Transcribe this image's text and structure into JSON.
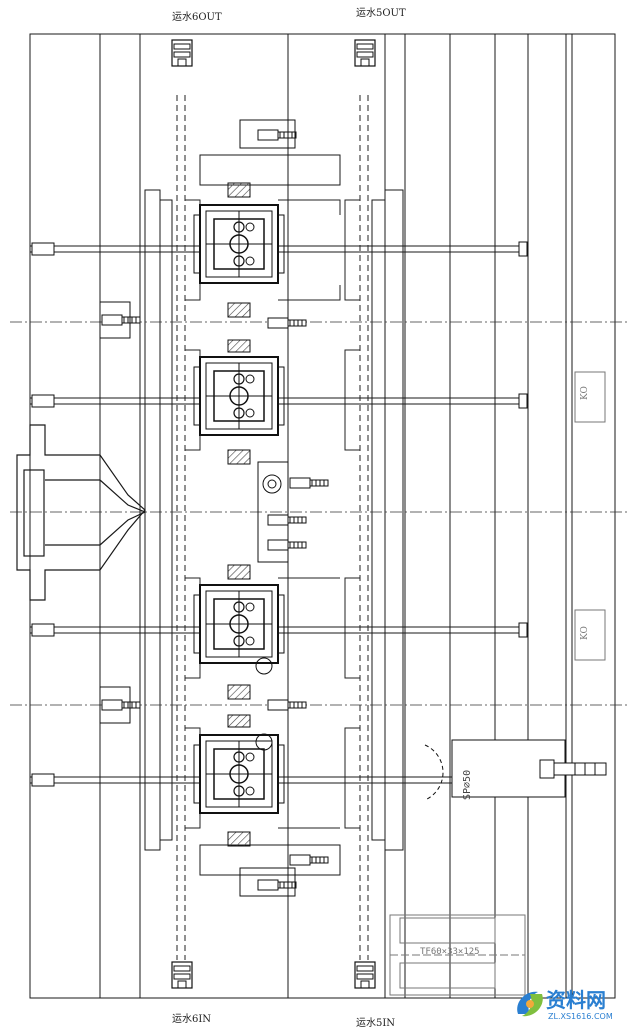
{
  "labels": {
    "top_left": "运水6OUT",
    "top_right": "运水5OUT",
    "bottom_left": "运水6IN",
    "bottom_right": "运水5IN",
    "sp_label": "SP⌀50",
    "tf_label": "TF60×33×125",
    "kd_upper": "KO",
    "kd_lower": "KO"
  },
  "watermark": {
    "brand": "资料网",
    "url": "ZL.XS1616.COM"
  },
  "colors": {
    "line": "#1a1a1a",
    "hatch": "#555555",
    "watermark_accent": "#2a7fd1"
  },
  "icons": {
    "logo": "xs-swirl-logo"
  }
}
